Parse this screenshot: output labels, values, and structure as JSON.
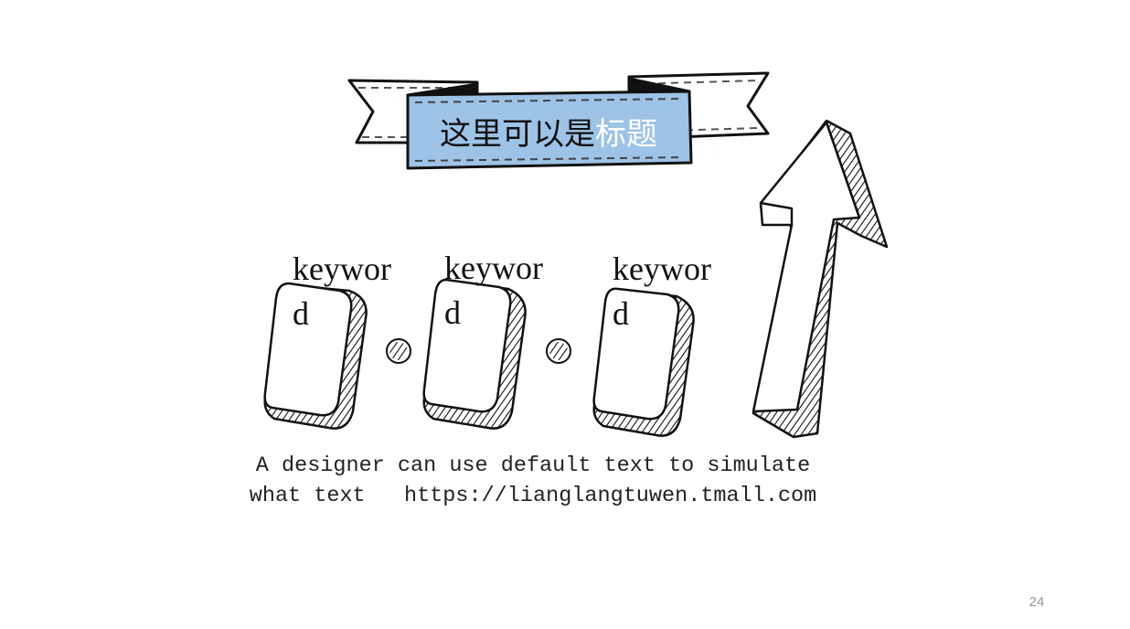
{
  "slide": {
    "title_main": "这里可以是",
    "title_highlight": "标题",
    "keywords": [
      "keyword",
      "keyword",
      "keyword"
    ],
    "caption_line1": "A designer can use default text to simulate",
    "caption_line2": "what text   https://lianglangtuwen.tmall.com",
    "page_number": "24"
  },
  "colors": {
    "banner_fill": "#9dc3e6",
    "ink": "#111111",
    "background": "#ffffff"
  }
}
